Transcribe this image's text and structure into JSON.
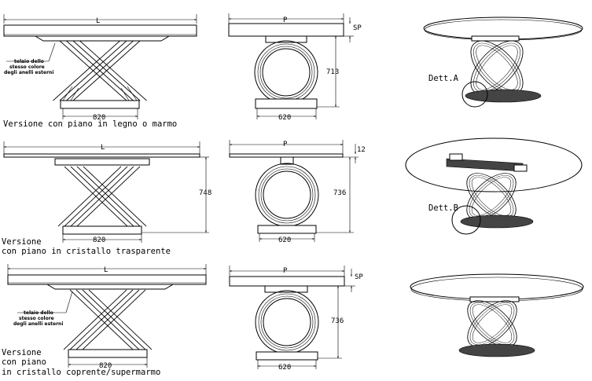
{
  "labels": {
    "dim_L": "L",
    "dim_P": "P",
    "dim_SP": "SP",
    "dim_820": "820",
    "dim_620": "620",
    "dim_713": "713",
    "dim_748": "748",
    "dim_736": "736",
    "dim_12": "12",
    "note_line1": "telaio dello",
    "note_line2": "stesso colore",
    "note_line3": "degli anelli esterni",
    "dett_a": "Dett.A",
    "dett_b": "Dett.B"
  },
  "captions": {
    "row1": "Versione con piano in legno o marmo",
    "row2_line1": "Versione",
    "row2_line2": "con piano in cristallo trasparente",
    "row3_line1": "Versione",
    "row3_line2": "con piano",
    "row3_line3": "in cristallo coprente/supermarmo"
  }
}
